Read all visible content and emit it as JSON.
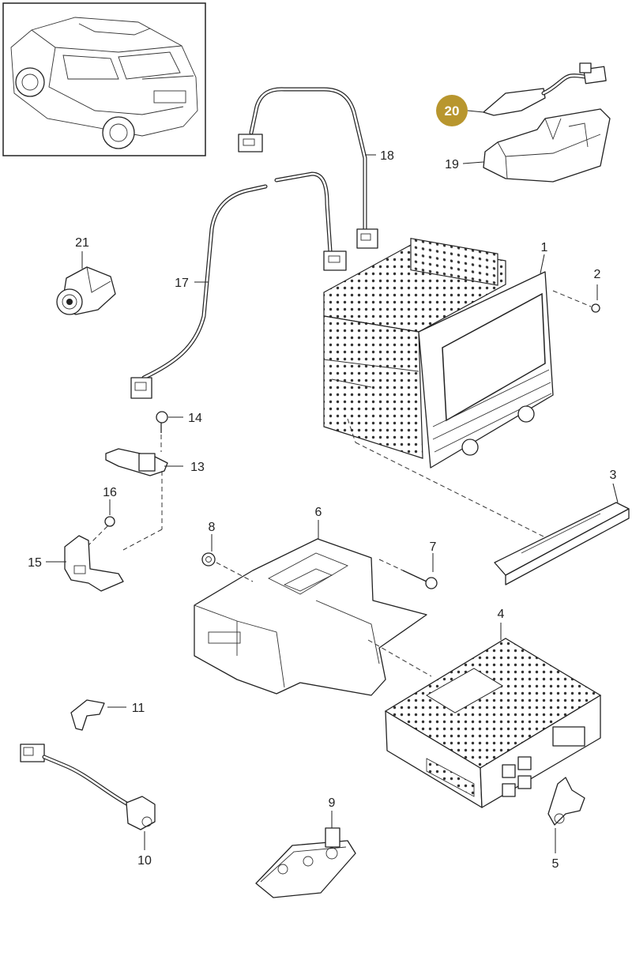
{
  "callouts": [
    {
      "id": "c1",
      "label": "1"
    },
    {
      "id": "c2",
      "label": "2"
    },
    {
      "id": "c3",
      "label": "3"
    },
    {
      "id": "c4",
      "label": "4"
    },
    {
      "id": "c5",
      "label": "5"
    },
    {
      "id": "c6",
      "label": "6"
    },
    {
      "id": "c7",
      "label": "7"
    },
    {
      "id": "c8",
      "label": "8"
    },
    {
      "id": "c9",
      "label": "9"
    },
    {
      "id": "c10",
      "label": "10"
    },
    {
      "id": "c11",
      "label": "11"
    },
    {
      "id": "c13",
      "label": "13"
    },
    {
      "id": "c14",
      "label": "14"
    },
    {
      "id": "c15",
      "label": "15"
    },
    {
      "id": "c16",
      "label": "16"
    },
    {
      "id": "c17",
      "label": "17"
    },
    {
      "id": "c18",
      "label": "18"
    },
    {
      "id": "c19",
      "label": "19"
    },
    {
      "id": "c21",
      "label": "21"
    }
  ],
  "highlight": {
    "label": "20",
    "color": "#b8962e"
  },
  "colors": {
    "line": "#222222",
    "background": "#ffffff"
  }
}
